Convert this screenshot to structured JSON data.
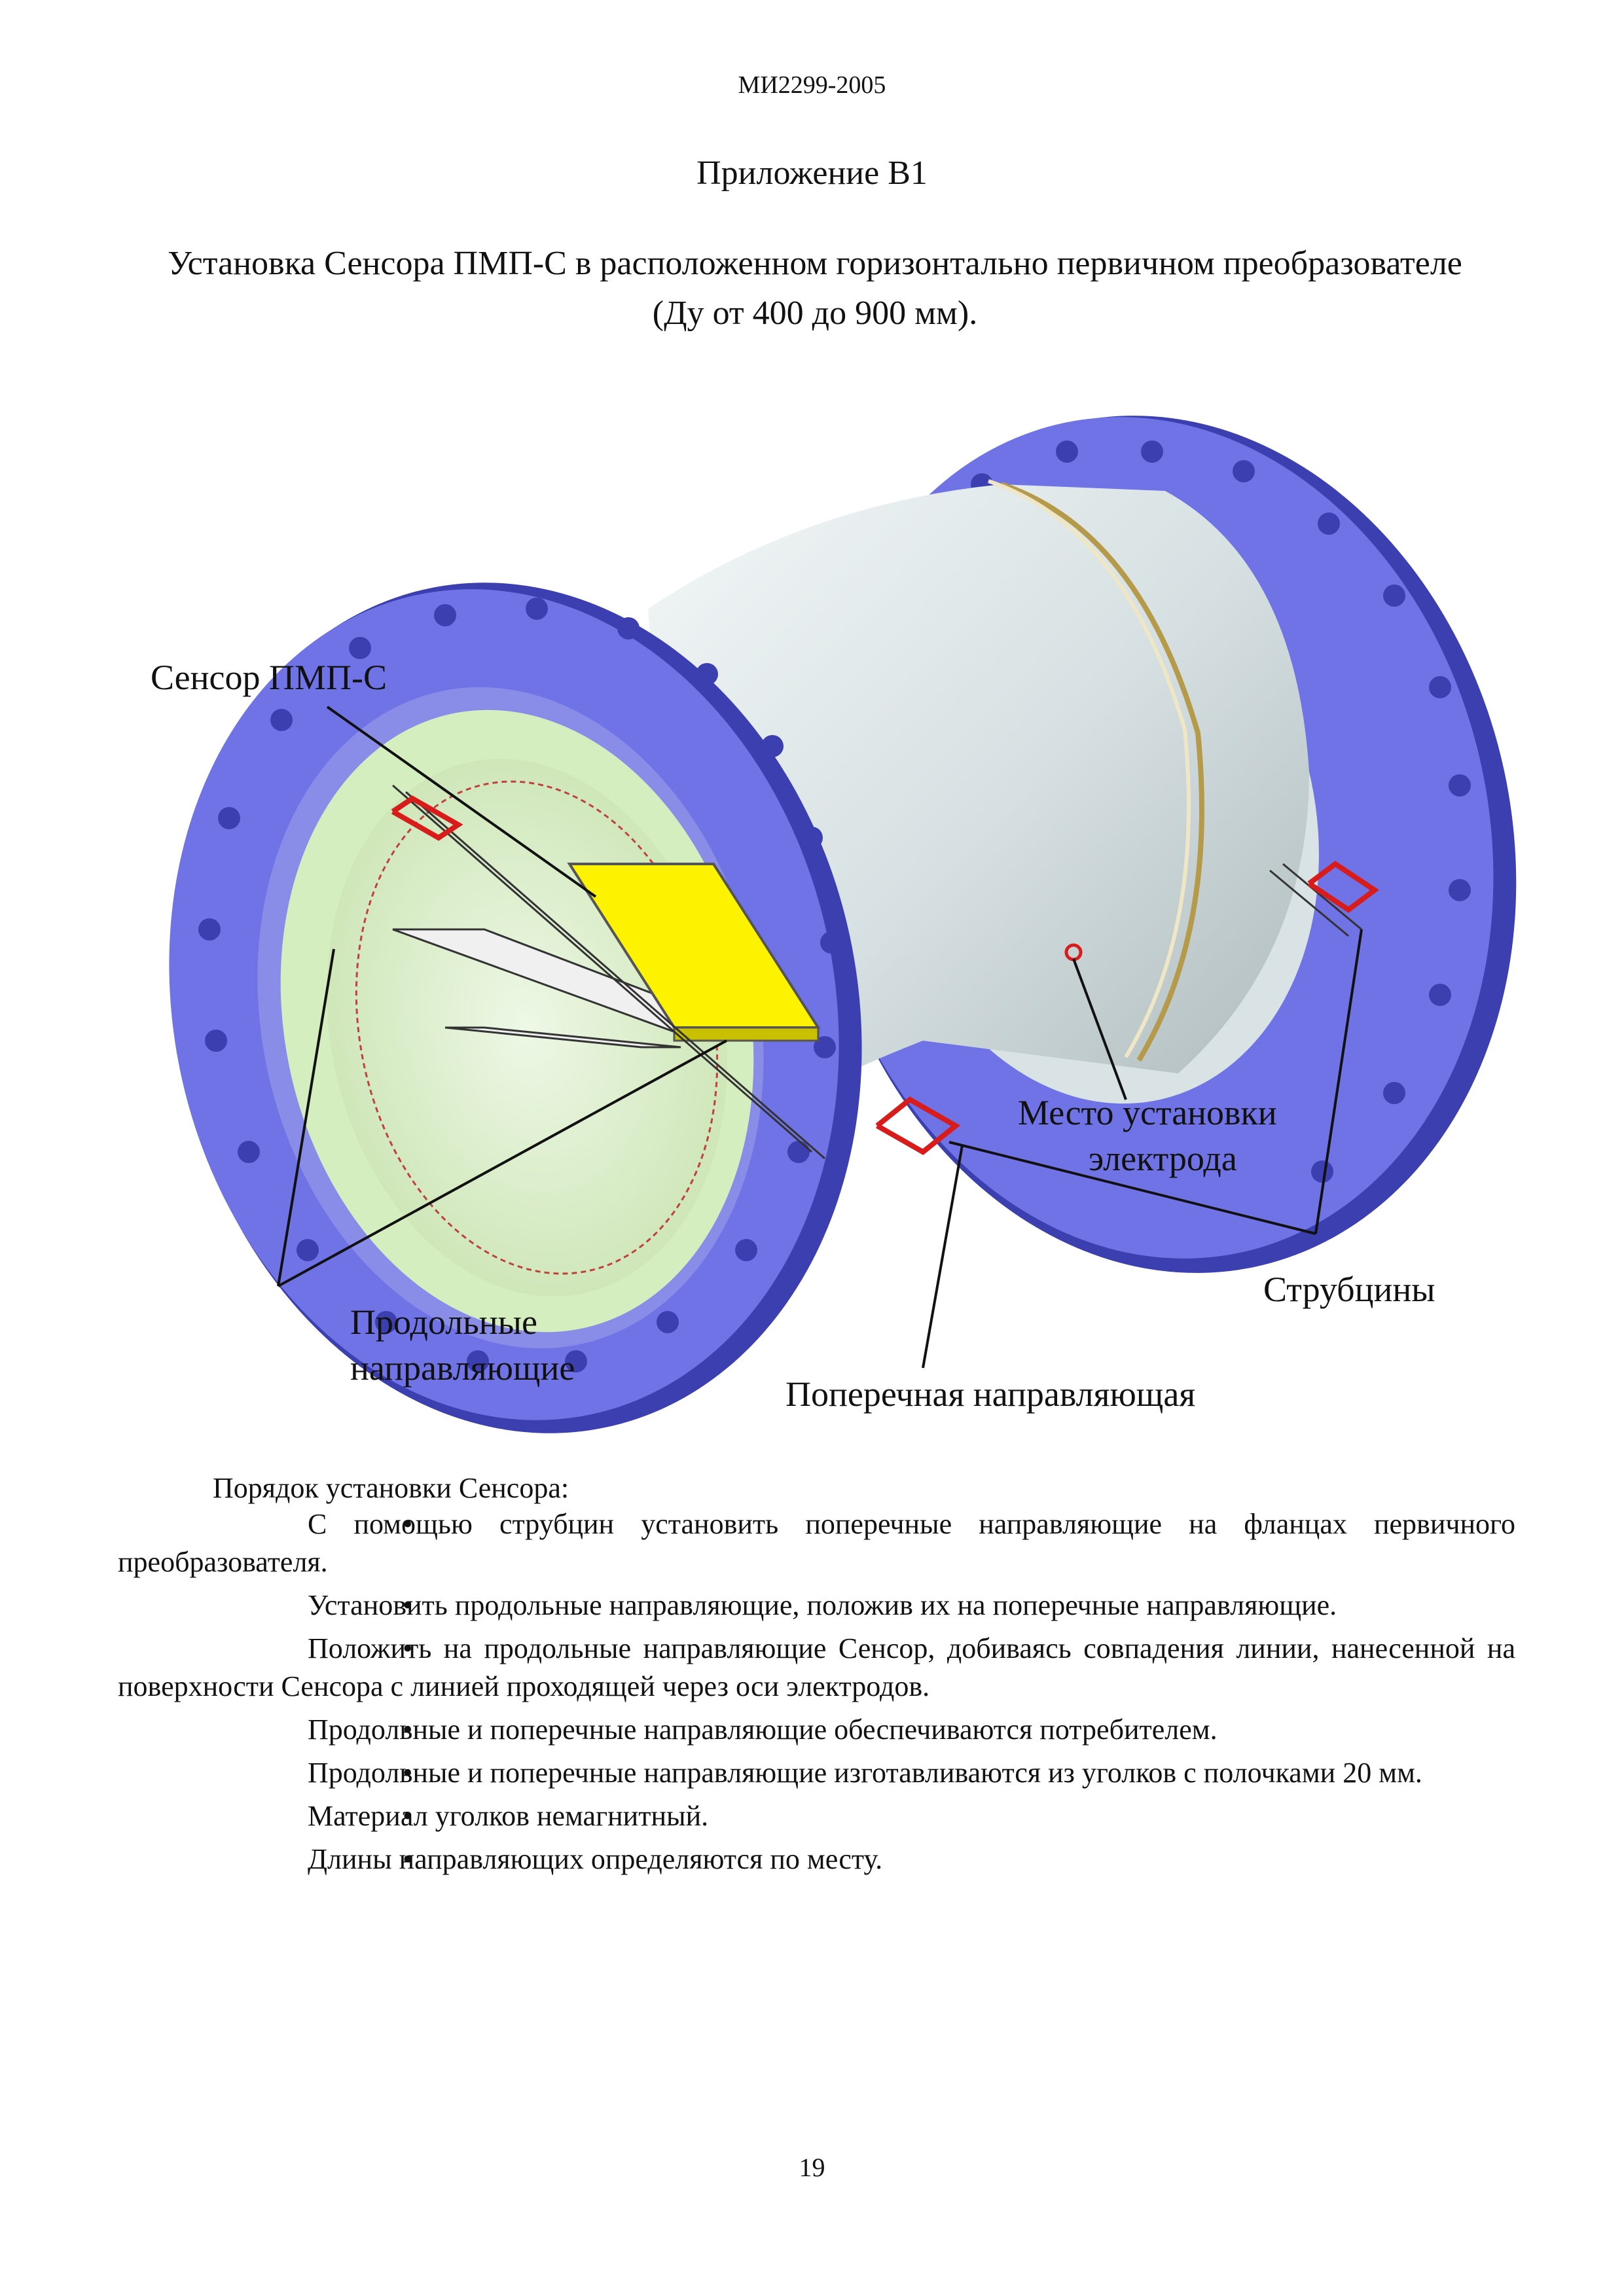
{
  "header": "МИ2299-2005",
  "appendix": "Приложение В1",
  "title": "Установка Сенсора ПМП-С  в расположенном горизонтально первичном преобразователе (Ду от 400 до 900 мм).",
  "figure": {
    "callouts": {
      "sensor": "Сенсор ПМП-С",
      "electrode_line1": "Место установки",
      "electrode_line2": "электрода",
      "clamps": "Струбцины",
      "long_guides_line1": "Продольные",
      "long_guides_line2": "направляющие",
      "cross_guide": "Поперечная направляющая"
    },
    "colors": {
      "flange": "#6f73e6",
      "flange_dark": "#3c3fb0",
      "pipe": "#d7e2e4",
      "liner": "#cfe7b8",
      "sensor": "#fdf300",
      "clamp": "#d81c1c"
    }
  },
  "procedure": {
    "intro": "Порядок установки Сенсора:",
    "items": [
      "С помощью струбцин установить поперечные направляющие на фланцах первичного преобразователя.",
      "Установить продольные направляющие, положив их на поперечные направляющие.",
      "Положить на продольные направляющие Сенсор,  добиваясь совпадения линии, нанесенной на поверхности Сенсора с линией проходящей через оси электродов.",
      "Продольные и поперечные направляющие обеспечиваются потребителем.",
      " Продольные и поперечные направляющие изготавливаются из уголков с полочками 20 мм.",
      "Материал уголков немагнитный.",
      "Длины направляющих определяются по месту."
    ],
    "bullet": "•"
  },
  "page_number": "19"
}
